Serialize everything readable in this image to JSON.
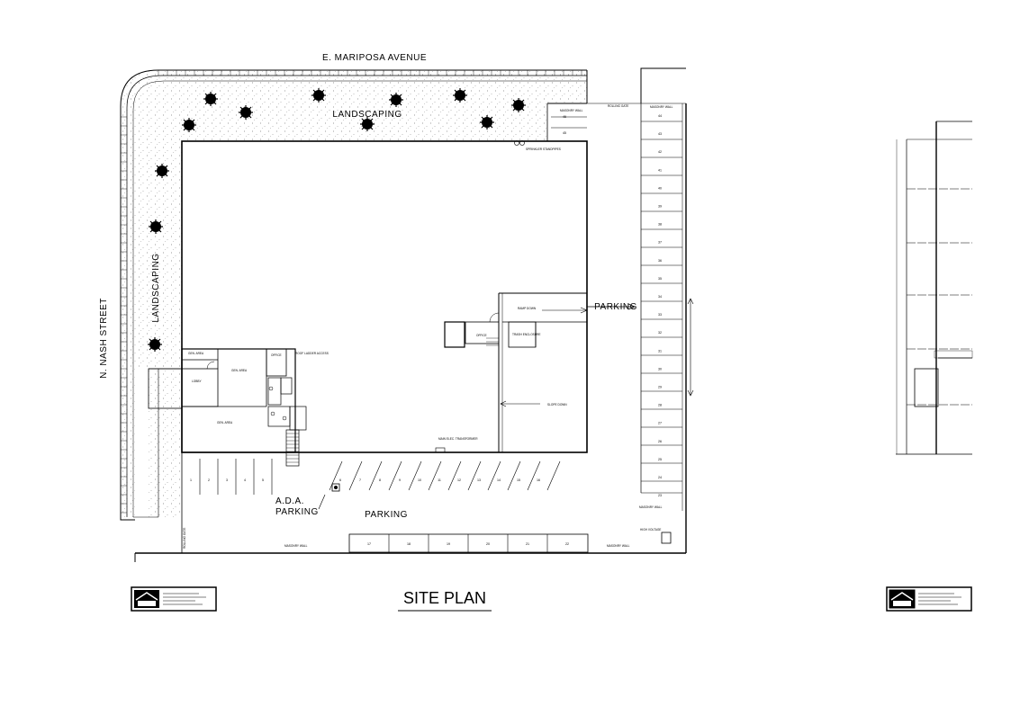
{
  "labels": {
    "street_top": "E. MARIPOSA AVENUE",
    "street_left": "N. NASH STREET",
    "landscaping_top": "LANDSCAPING",
    "landscaping_left": "LANDSCAPING",
    "parking_right": "PARKING",
    "parking_bottom": "PARKING",
    "ada_line1": "A.D.A.",
    "ada_line2": "PARKING",
    "title": "SITE PLAN"
  },
  "notes": {
    "rolling_gate_top": "ROLLING GATE",
    "masonry_wall_top": "MASONRY WALL",
    "masonry_wall_bottom_left": "MASONRY WALL",
    "masonry_wall_bottom_right": "MASONRY WALL",
    "masonry_wall_right_lane": "MASONRY WALL",
    "high_voltage": "HIGH VOLTAGE",
    "sprinkler_standpipes": "SPRINKLER STANDPIPES",
    "ramp_down": "RAMP DOWN",
    "slope_down": "SLOPE DOWN",
    "trash_enclosure": "TRASH ENCLOSURE",
    "office_right": "OFFICE",
    "main_elec": "MAIN ELEC. TRANSFORMER",
    "roof_ladder": "ROOF LADDER ACCESS",
    "rolling_gate_left": "ROLLING GATE",
    "gen_area_1": "GEN. AREA",
    "gen_area_2": "GEN. AREA",
    "gen_area_3": "GEN. AREA",
    "lobby": "LOBBY",
    "office_left": "OFFICE"
  },
  "parking_right_numbers": [
    "44",
    "43",
    "42",
    "41",
    "40",
    "39",
    "38",
    "37",
    "36",
    "35",
    "34",
    "33",
    "32",
    "31",
    "30",
    "29",
    "28",
    "27",
    "26",
    "25",
    "24",
    "23"
  ],
  "parking_top_numbers": [
    "46",
    "45"
  ],
  "parking_bottom_numbers": [
    "1",
    "2",
    "3",
    "4",
    "5",
    "6",
    "7",
    "8",
    "9",
    "10",
    "11",
    "12",
    "13",
    "14",
    "15",
    "16"
  ],
  "parking_bottom_row_numbers": [
    "17",
    "18",
    "19",
    "20",
    "21",
    "22"
  ],
  "colors": {
    "ink": "#000000",
    "paper": "#ffffff",
    "stipple": "#555555"
  },
  "icons": [
    "tree-icon",
    "ada-icon",
    "logo-icon"
  ]
}
